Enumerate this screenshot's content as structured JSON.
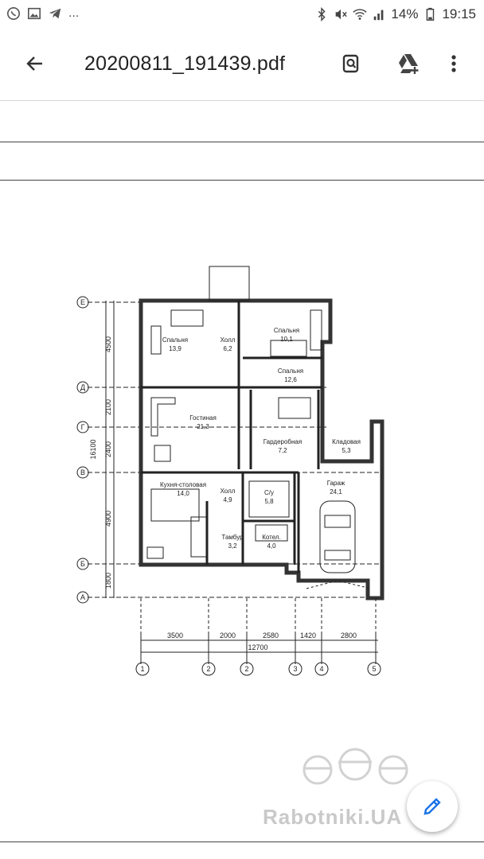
{
  "status_bar": {
    "notif_dots": "...",
    "battery": "14%",
    "time": "19:15"
  },
  "toolbar": {
    "back_icon": "arrow-back-icon",
    "file_name": "20200811_191439.pdf",
    "search_icon": "search-in-document-icon",
    "drive_icon": "add-to-drive-icon",
    "more_icon": "more-vert-icon"
  },
  "plan": {
    "axis_letters": [
      "Е",
      "Д",
      "Г",
      "В",
      "Б",
      "А"
    ],
    "axis_numbers": [
      "1",
      "2",
      "2",
      "3",
      "4",
      "5"
    ],
    "vertical_dims": [
      "4500",
      "2100",
      "2400",
      "4900",
      "1800"
    ],
    "total_vertical": "16100",
    "horizontal_dims": [
      "3500",
      "2000",
      "2580",
      "1420",
      "2800"
    ],
    "total_horizontal": "12700",
    "rooms": [
      {
        "name": "Спальня",
        "area": "13,9"
      },
      {
        "name": "Холл",
        "area": "6,2"
      },
      {
        "name": "Спальня",
        "area": "10,1"
      },
      {
        "name": "Спальня",
        "area": "12,6"
      },
      {
        "name": "Гостиная",
        "area": "21,3"
      },
      {
        "name": "Гардеробная",
        "area": "7,2"
      },
      {
        "name": "Кладовая",
        "area": "5,3"
      },
      {
        "name": "Кухня-столовая",
        "area": "14,0"
      },
      {
        "name": "Холл",
        "area": "4,9"
      },
      {
        "name": "С/у",
        "area": "5,8"
      },
      {
        "name": "Гараж",
        "area": "24,1"
      },
      {
        "name": "Тамбур",
        "area": "3,2"
      },
      {
        "name": "Котел.",
        "area": "4,0"
      }
    ]
  },
  "watermark": "Rabotniki.UA",
  "fab_icon": "edit-pencil-icon"
}
